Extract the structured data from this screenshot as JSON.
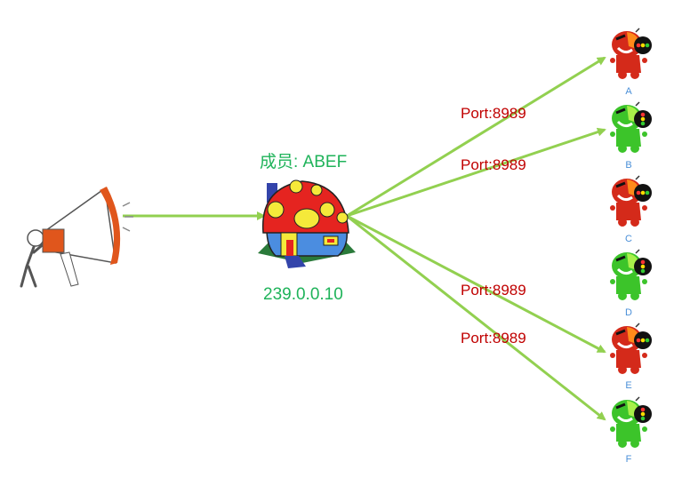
{
  "group": {
    "members_label": "成员: ABEF",
    "address": "239.0.0.10"
  },
  "ports": [
    "Port:8989",
    "Port:8989",
    "Port:8989",
    "Port:8989"
  ],
  "nodes": [
    {
      "label": "A",
      "status": "red"
    },
    {
      "label": "B",
      "status": "green"
    },
    {
      "label": "C",
      "status": "red"
    },
    {
      "label": "D",
      "status": "green"
    },
    {
      "label": "E",
      "status": "red"
    },
    {
      "label": "F",
      "status": "green"
    }
  ],
  "colors": {
    "arrow": "#92d050",
    "label": "#1fb35a",
    "port": "#c00000",
    "node_label": "#4a8fd8",
    "member_red": "#d42a1a",
    "member_green": "#3cc42a"
  }
}
